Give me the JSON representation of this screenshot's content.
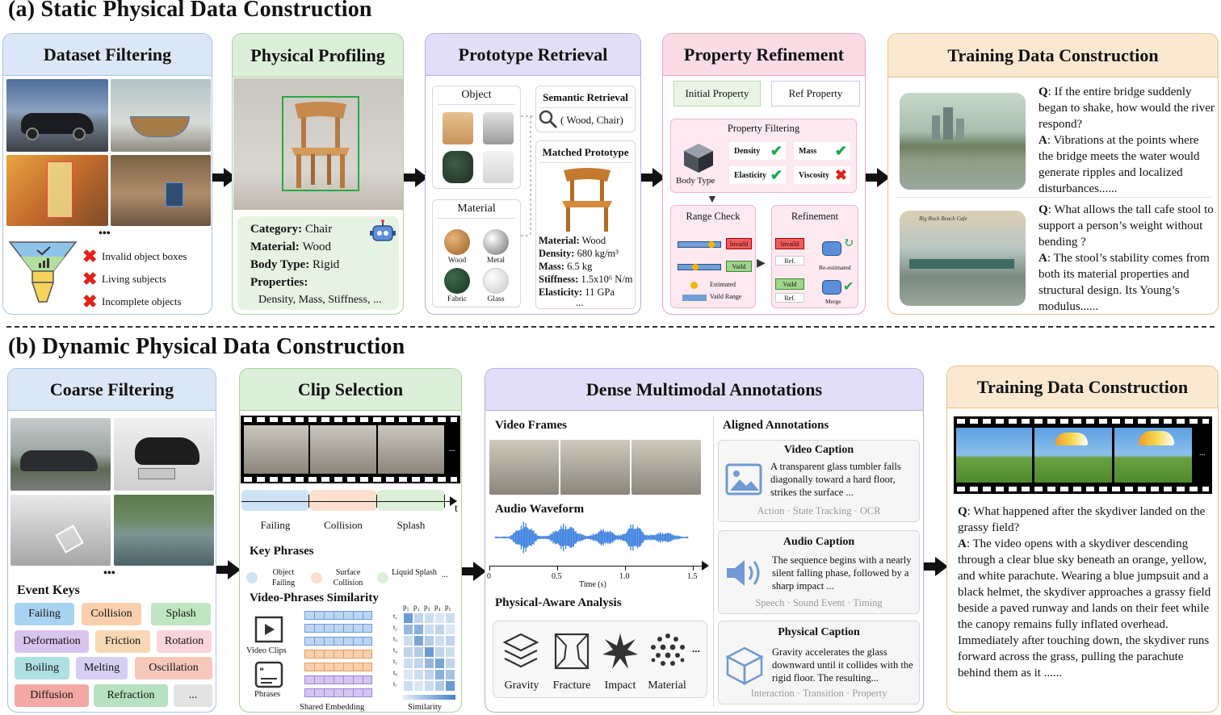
{
  "part_a": {
    "title": "(a)  Static Physical Data Construction",
    "dataset_filtering": {
      "title": "Dataset Filtering",
      "dots": "•••",
      "criteria": [
        "Invalid object boxes",
        "Living subjects",
        "Incomplete objects"
      ]
    },
    "physical_profiling": {
      "title": "Physical Profiling",
      "category_label": "Category:",
      "category": "Chair",
      "material_label": "Material:",
      "material": "Wood",
      "body_type_label": "Body Type:",
      "body_type": "Rigid",
      "properties_label": "Properties:",
      "properties": "Density, Mass, Stiffness, ..."
    },
    "prototype_retrieval": {
      "title": "Prototype Retrieval",
      "object_label": "Object",
      "material_label": "Material",
      "materials": [
        "Wood",
        "Metal",
        "Fabric",
        "Glass"
      ],
      "semantic_retrieval_label": "Semantic Retrieval",
      "semantic_query": "( Wood, Chair)",
      "matched_prototype_label": "Matched Prototype",
      "proto_material_label": "Material:",
      "proto_material": "Wood",
      "proto_density_label": "Density:",
      "proto_density": "680 kg/m³",
      "proto_mass_label": "Mass:",
      "proto_mass": "6.5 kg",
      "proto_stiffness_label": "Stiffness:",
      "proto_stiffness": "1.5x10⁶ N/m",
      "proto_elasticity_label": "Elasticity:",
      "proto_elasticity": "11 GPa",
      "proto_more": "..."
    },
    "property_refinement": {
      "title": "Property Refinement",
      "initial_property": "Initial Property",
      "ref_property": "Ref Property",
      "property_filtering": "Property Filtering",
      "body_type": "Body Type",
      "props": [
        "Density",
        "Mass",
        "Elasticity",
        "Viscosity"
      ],
      "range_check": "Range Check",
      "refinement": "Refinement",
      "invalid": "Invaild",
      "valid": "Vaild",
      "estimated": "Estimated",
      "valid_range": "Vaild Range",
      "ref": "Ref.",
      "re_estimated": "Re-estimated",
      "merge": "Merge"
    },
    "training": {
      "title": "Training Data Construction",
      "q1_label": "Q",
      "q1": ":  If the entire bridge suddenly began to shake, how would the river respond?",
      "a1_label": "A",
      "a1": ":  Vibrations at the points where the bridge meets the water would generate ripples and localized disturbances......",
      "q2_label": "Q",
      "q2": ":  What allows the tall cafe stool to support a person’s weight without bending ?",
      "a2_label": "A",
      "a2": ":  The stool’s stability comes from both its material properties and structural design. Its Young’s modulus......",
      "cafe_sign": "Big Rock Beach Cafe"
    }
  },
  "part_b": {
    "title": "(b)  Dynamic Physical Data Construction",
    "coarse_filtering": {
      "title": "Coarse Filtering",
      "dots": "•••",
      "event_keys_label": "Event Keys",
      "keys": [
        "Failing",
        "Collision",
        "Splash",
        "Deformation",
        "Friction",
        "Rotation",
        "Boiling",
        "Melting",
        "Oscillation",
        "Diffusion",
        "Refraction",
        "..."
      ]
    },
    "clip_selection": {
      "title": "Clip  Selection",
      "segments": [
        "Failing",
        "Collision",
        "Splash"
      ],
      "t": "t",
      "key_phrases_label": "Key Phrases",
      "phrases": [
        "Object Failing",
        "Surface Collision",
        "Liquid Splash"
      ],
      "phrase_more": "...",
      "similarity_label": "Video-Phrases Similarity",
      "video_clips": "Video Clips",
      "phrases_label": "Phrases",
      "shared_embedding": "Shared Embedding",
      "similarity": "Similarity",
      "p_labels": [
        "p₁",
        "p₂",
        "p₃",
        "p₄",
        "p₅"
      ],
      "t_labels": [
        "t₁",
        "t₂",
        "t₃",
        "t₄",
        "t₅",
        "t₆",
        "t₇"
      ],
      "similarity_matrix": [
        [
          0.9,
          0.3,
          0.2,
          0.1,
          0.2
        ],
        [
          0.6,
          0.7,
          0.2,
          0.3,
          0.1
        ],
        [
          0.2,
          0.8,
          0.4,
          0.2,
          0.3
        ],
        [
          0.3,
          0.4,
          0.9,
          0.3,
          0.2
        ],
        [
          0.2,
          0.3,
          0.6,
          0.8,
          0.3
        ],
        [
          0.1,
          0.2,
          0.3,
          0.7,
          0.5
        ],
        [
          0.2,
          0.1,
          0.2,
          0.4,
          0.9
        ]
      ]
    },
    "dense": {
      "title": "Dense Multimodal Annotations",
      "video_frames": "Video Frames",
      "audio_waveform": "Audio Waveform",
      "time_label": "Time (s)",
      "ticks": [
        "0",
        "0.5",
        "1.0",
        "1.5"
      ],
      "physical_aware": "Physical-Aware Analysis",
      "analysis": [
        "Gravity",
        "Fracture",
        "Impact",
        "Material"
      ],
      "analysis_more": "...",
      "aligned": "Aligned Annotations",
      "video_caption_title": "Video Caption",
      "video_caption": "A transparent glass tumbler falls diagonally toward a hard floor, strikes the surface ...",
      "video_caption_tags": "Action · State Tracking · OCR",
      "audio_caption_title": "Audio Caption",
      "audio_caption": "The sequence begins with a nearly silent falling phase, followed by a sharp impact ...",
      "audio_caption_tags": "Speech · Sound Event · Timing",
      "physical_caption_title": "Physical Caption",
      "physical_caption": "Gravity accelerates the glass downward until it collides with the rigid floor. The resulting...",
      "physical_caption_tags": "Interaction · Transition · Property"
    },
    "training": {
      "title": "Training Data Construction",
      "q_label": "Q",
      "q": ":  What happened after the skydiver landed on the grassy field?",
      "a_label": "A",
      "a": ":  The video opens with a skydiver descending through a clear blue sky beneath an orange, yellow, and white parachute. Wearing a blue jumpsuit and a black helmet, the skydiver approaches a grassy field beside a paved runway and lands on their feet while the canopy remains fully inflated overhead. Immediately after touching down, the skydiver runs forward across the grass, pulling the parachute behind them as it ......"
    }
  },
  "colors": {
    "blue_head": "#dbe7f7",
    "blue_border": "#a9c4e8",
    "green_head": "#dcefd9",
    "green_border": "#a8d39f",
    "purple_head": "#e2def7",
    "purple_border": "#b6addf",
    "pink_head": "#fbdbe4",
    "pink_border": "#eba6b9",
    "orange_head": "#fbe8d0",
    "orange_border": "#e9c08a"
  }
}
